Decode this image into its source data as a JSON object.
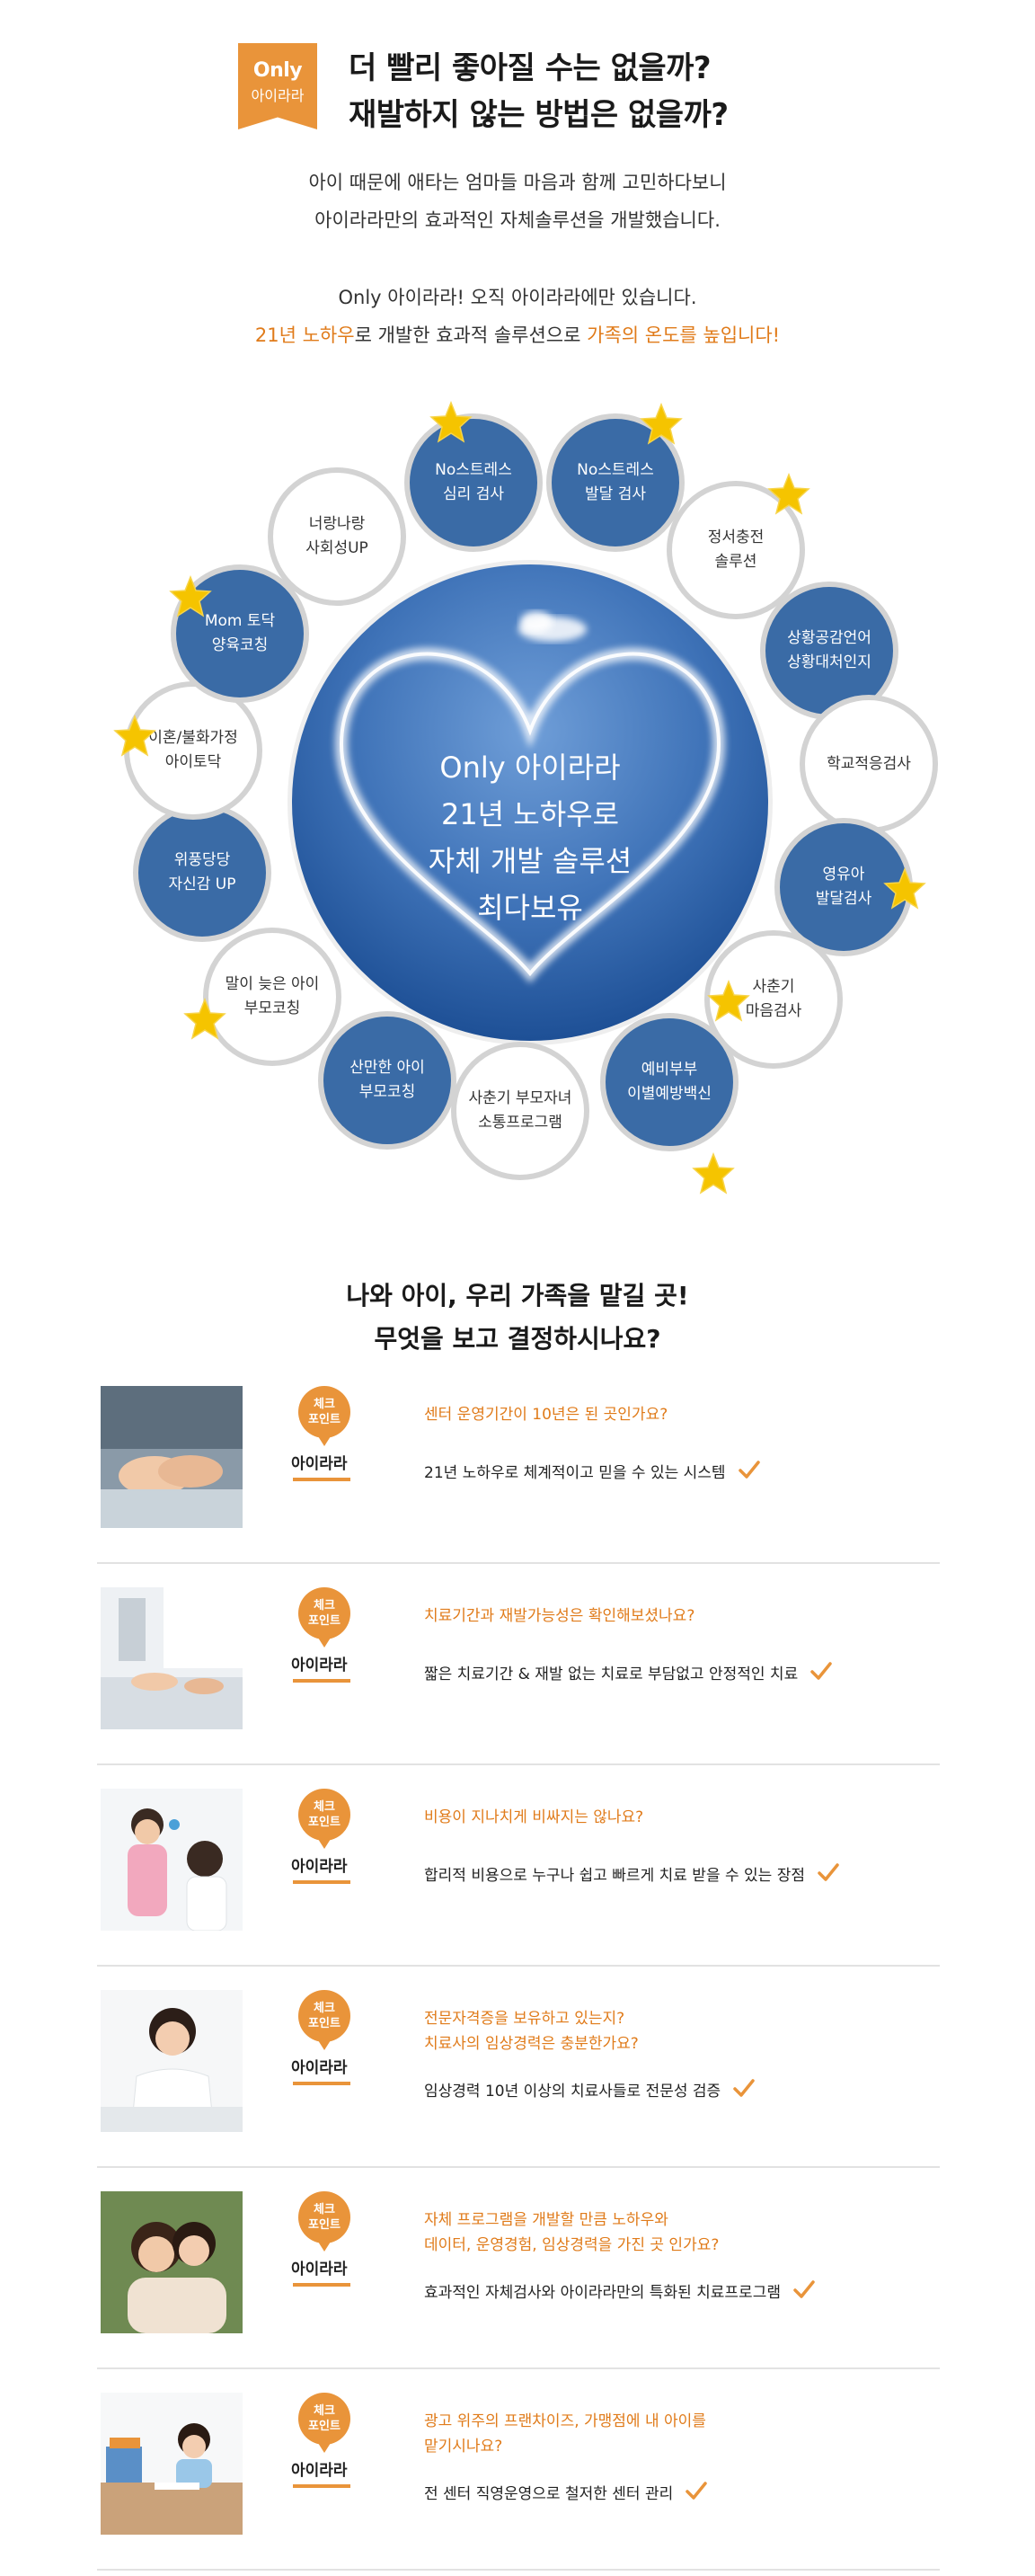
{
  "header": {
    "badge_only": "Only",
    "badge_brand": "아이라라",
    "headline_1": "더 빨리 좋아질 수는 없을까?",
    "headline_2": "재발하지 않는 방법은 없을까?",
    "intro_1": "아이 때문에 애타는 엄마들 마음과 함께 고민하다보니",
    "intro_2": "아이라라만의 효과적인 자체솔루션을 개발했습니다.",
    "tag_1": "Only 아이라라! 오직 아이라라에만 있습니다.",
    "tag_2_a": "21년 노하우",
    "tag_2_b": "로 개발한 효과적 솔루션으로 ",
    "tag_2_c": "가족의 온도를 높입니다!"
  },
  "diagram": {
    "centre_lines": [
      "Only 아이라라",
      "21년 노하우로",
      "자체 개발 솔루션",
      "최다보유"
    ],
    "nodes": [
      {
        "label": "No스트레스\n심리 검사",
        "style": "blue",
        "star": true
      },
      {
        "label": "No스트레스\n발달 검사",
        "style": "blue",
        "star": true
      },
      {
        "label": "정서충전\n솔루션",
        "style": "white",
        "star": true
      },
      {
        "label": "상황공감언어\n상황대처인지",
        "style": "blue",
        "star": false
      },
      {
        "label": "학교적응검사",
        "style": "white",
        "star": false
      },
      {
        "label": "영유아\n발달검사",
        "style": "blue",
        "star": true
      },
      {
        "label": "사춘기\n마음검사",
        "style": "white",
        "star": true
      },
      {
        "label": "예비부부\n이별예방백신",
        "style": "blue",
        "star": true
      },
      {
        "label": "사춘기 부모자녀\n소통프로그램",
        "style": "white",
        "star": false
      },
      {
        "label": "산만한 아이\n부모코칭",
        "style": "blue",
        "star": false
      },
      {
        "label": "말이 늦은 아이\n부모코칭",
        "style": "white",
        "star": true
      },
      {
        "label": "위풍당당\n자신감 UP",
        "style": "blue",
        "star": false
      },
      {
        "label": "이혼/불화가정\n아이토닥",
        "style": "white",
        "star": true
      },
      {
        "label": "Mom 토닥\n양육코칭",
        "style": "blue",
        "star": true
      },
      {
        "label": "너랑나랑\n사회성UP",
        "style": "white",
        "star": false
      }
    ]
  },
  "section": {
    "title_1": "나와 아이, 우리 가족을 맡길 곳!",
    "title_2": "무엇을 보고 결정하시나요?"
  },
  "checks": {
    "badge": "체크\n포인트",
    "brand": "아이라라",
    "items": [
      {
        "question": "센터 운영기간이 10년은 된 곳인가요?",
        "answer": "21년 노하우로 체계적이고 믿을 수 있는 시스템",
        "photo_icon": "hands-photo"
      },
      {
        "question": "치료기간과 재발가능성은 확인해보셨나요?",
        "answer": "짧은 치료기간 & 재발 없는 치료로 부담없고 안정적인 치료",
        "photo_icon": "consulting-doctor-photo"
      },
      {
        "question": "비용이 지나치게 비싸지는 않나요?",
        "answer": "합리적 비용으로 누구나 쉽고 빠르게 치료 받을 수 있는 장점",
        "photo_icon": "teacher-child-photo"
      },
      {
        "question": "전문자격증을 보유하고 있는지?\n치료사의 임상경력은 충분한가요?",
        "answer": "임상경력 10년 이상의 치료사들로 전문성 검증",
        "photo_icon": "female-doctor-photo"
      },
      {
        "question": "자체 프로그램을 개발할 만큼 노하우와\n데이터, 운영경험, 임상경력을 가진 곳 인가요?",
        "answer": "효과적인 자체검사와 아이라라만의 특화된 치료프로그램",
        "photo_icon": "mother-child-hug-photo"
      },
      {
        "question": "광고 위주의 프랜차이즈, 가맹점에 내 아이를\n맡기시나요?",
        "answer": "전 센터 직영운영으로 철저한 센터 관리",
        "photo_icon": "child-studying-photo"
      }
    ]
  },
  "colors": {
    "accent": "#e9943a",
    "accent_text": "#e07b1a",
    "node_blue": "#3a6ba6",
    "star": "#f5c400"
  }
}
